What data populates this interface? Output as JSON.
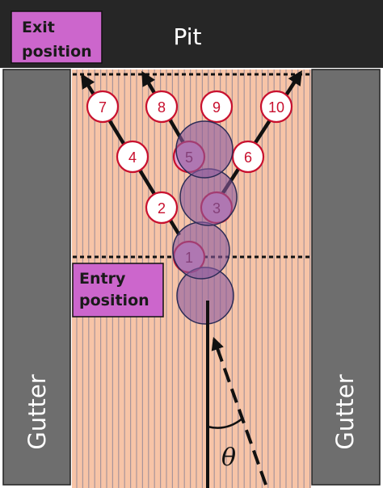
{
  "labels": {
    "pit": "Pit",
    "exit_position": [
      "Exit",
      "position"
    ],
    "entry_position": [
      "Entry",
      "position"
    ],
    "gutter_left": "Gutter",
    "gutter_right": "Gutter",
    "angle": "θ"
  },
  "pins": [
    {
      "number": "1",
      "hit": true
    },
    {
      "number": "2",
      "hit": false
    },
    {
      "number": "3",
      "hit": true
    },
    {
      "number": "4",
      "hit": false
    },
    {
      "number": "5",
      "hit": true
    },
    {
      "number": "6",
      "hit": false
    },
    {
      "number": "7",
      "hit": false
    },
    {
      "number": "8",
      "hit": false
    },
    {
      "number": "9",
      "hit": false
    },
    {
      "number": "10",
      "hit": false
    }
  ],
  "colors": {
    "pit": "#262626",
    "gutter": "#6e6e6e",
    "lane": "#f7c4a7",
    "lane_boards": "#a8959a",
    "label_box": "#cc66cc",
    "pin_ring": "#c8102e",
    "ball": "#8a5a9e",
    "ball_outline": "#2b2b55"
  }
}
